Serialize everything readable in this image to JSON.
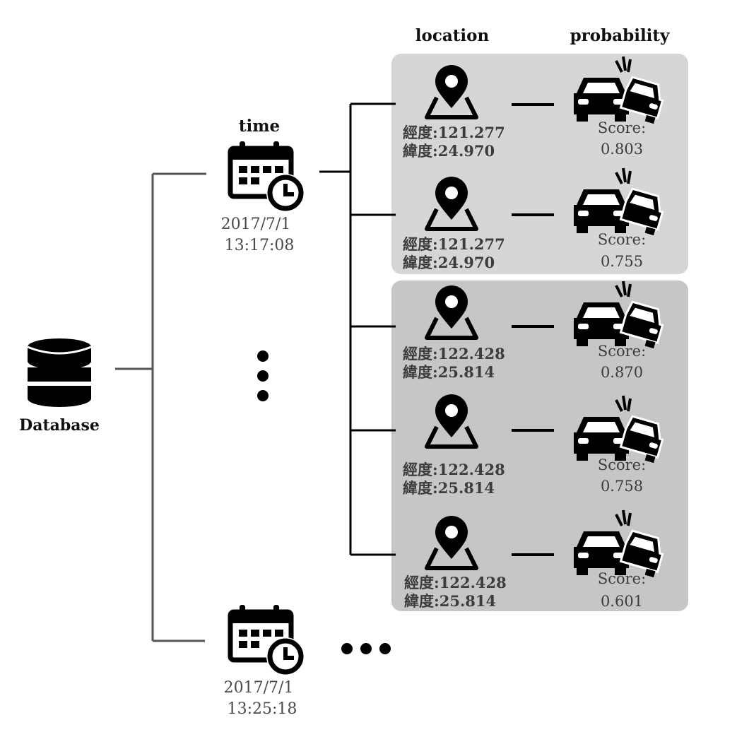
{
  "headers": {
    "location": "location",
    "probability": "probability",
    "time": "time"
  },
  "database": {
    "label": "Database"
  },
  "time_nodes": [
    {
      "date": "2017/7/1",
      "time": "13:17:08"
    },
    {
      "date": "2017/7/1",
      "time": "13:25:18"
    }
  ],
  "records": [
    {
      "lon_label": "經度:121.277",
      "lat_label": "緯度:24.970",
      "score_label": "Score:",
      "score": "0.803"
    },
    {
      "lon_label": "經度:121.277",
      "lat_label": "緯度:24.970",
      "score_label": "Score:",
      "score": "0.755"
    },
    {
      "lon_label": "經度:122.428",
      "lat_label": "緯度:25.814",
      "score_label": "Score:",
      "score": "0.870"
    },
    {
      "lon_label": "經度:122.428",
      "lat_label": "緯度:25.814",
      "score_label": "Score:",
      "score": "0.758"
    },
    {
      "lon_label": "經度:122.428",
      "lat_label": "緯度:25.814",
      "score_label": "Score:",
      "score": "0.601"
    }
  ],
  "colors": {
    "group1_bg": "#d6d6d6",
    "group2_bg": "#c6c6c6",
    "tree_line": "#555555",
    "icon": "#000000"
  }
}
